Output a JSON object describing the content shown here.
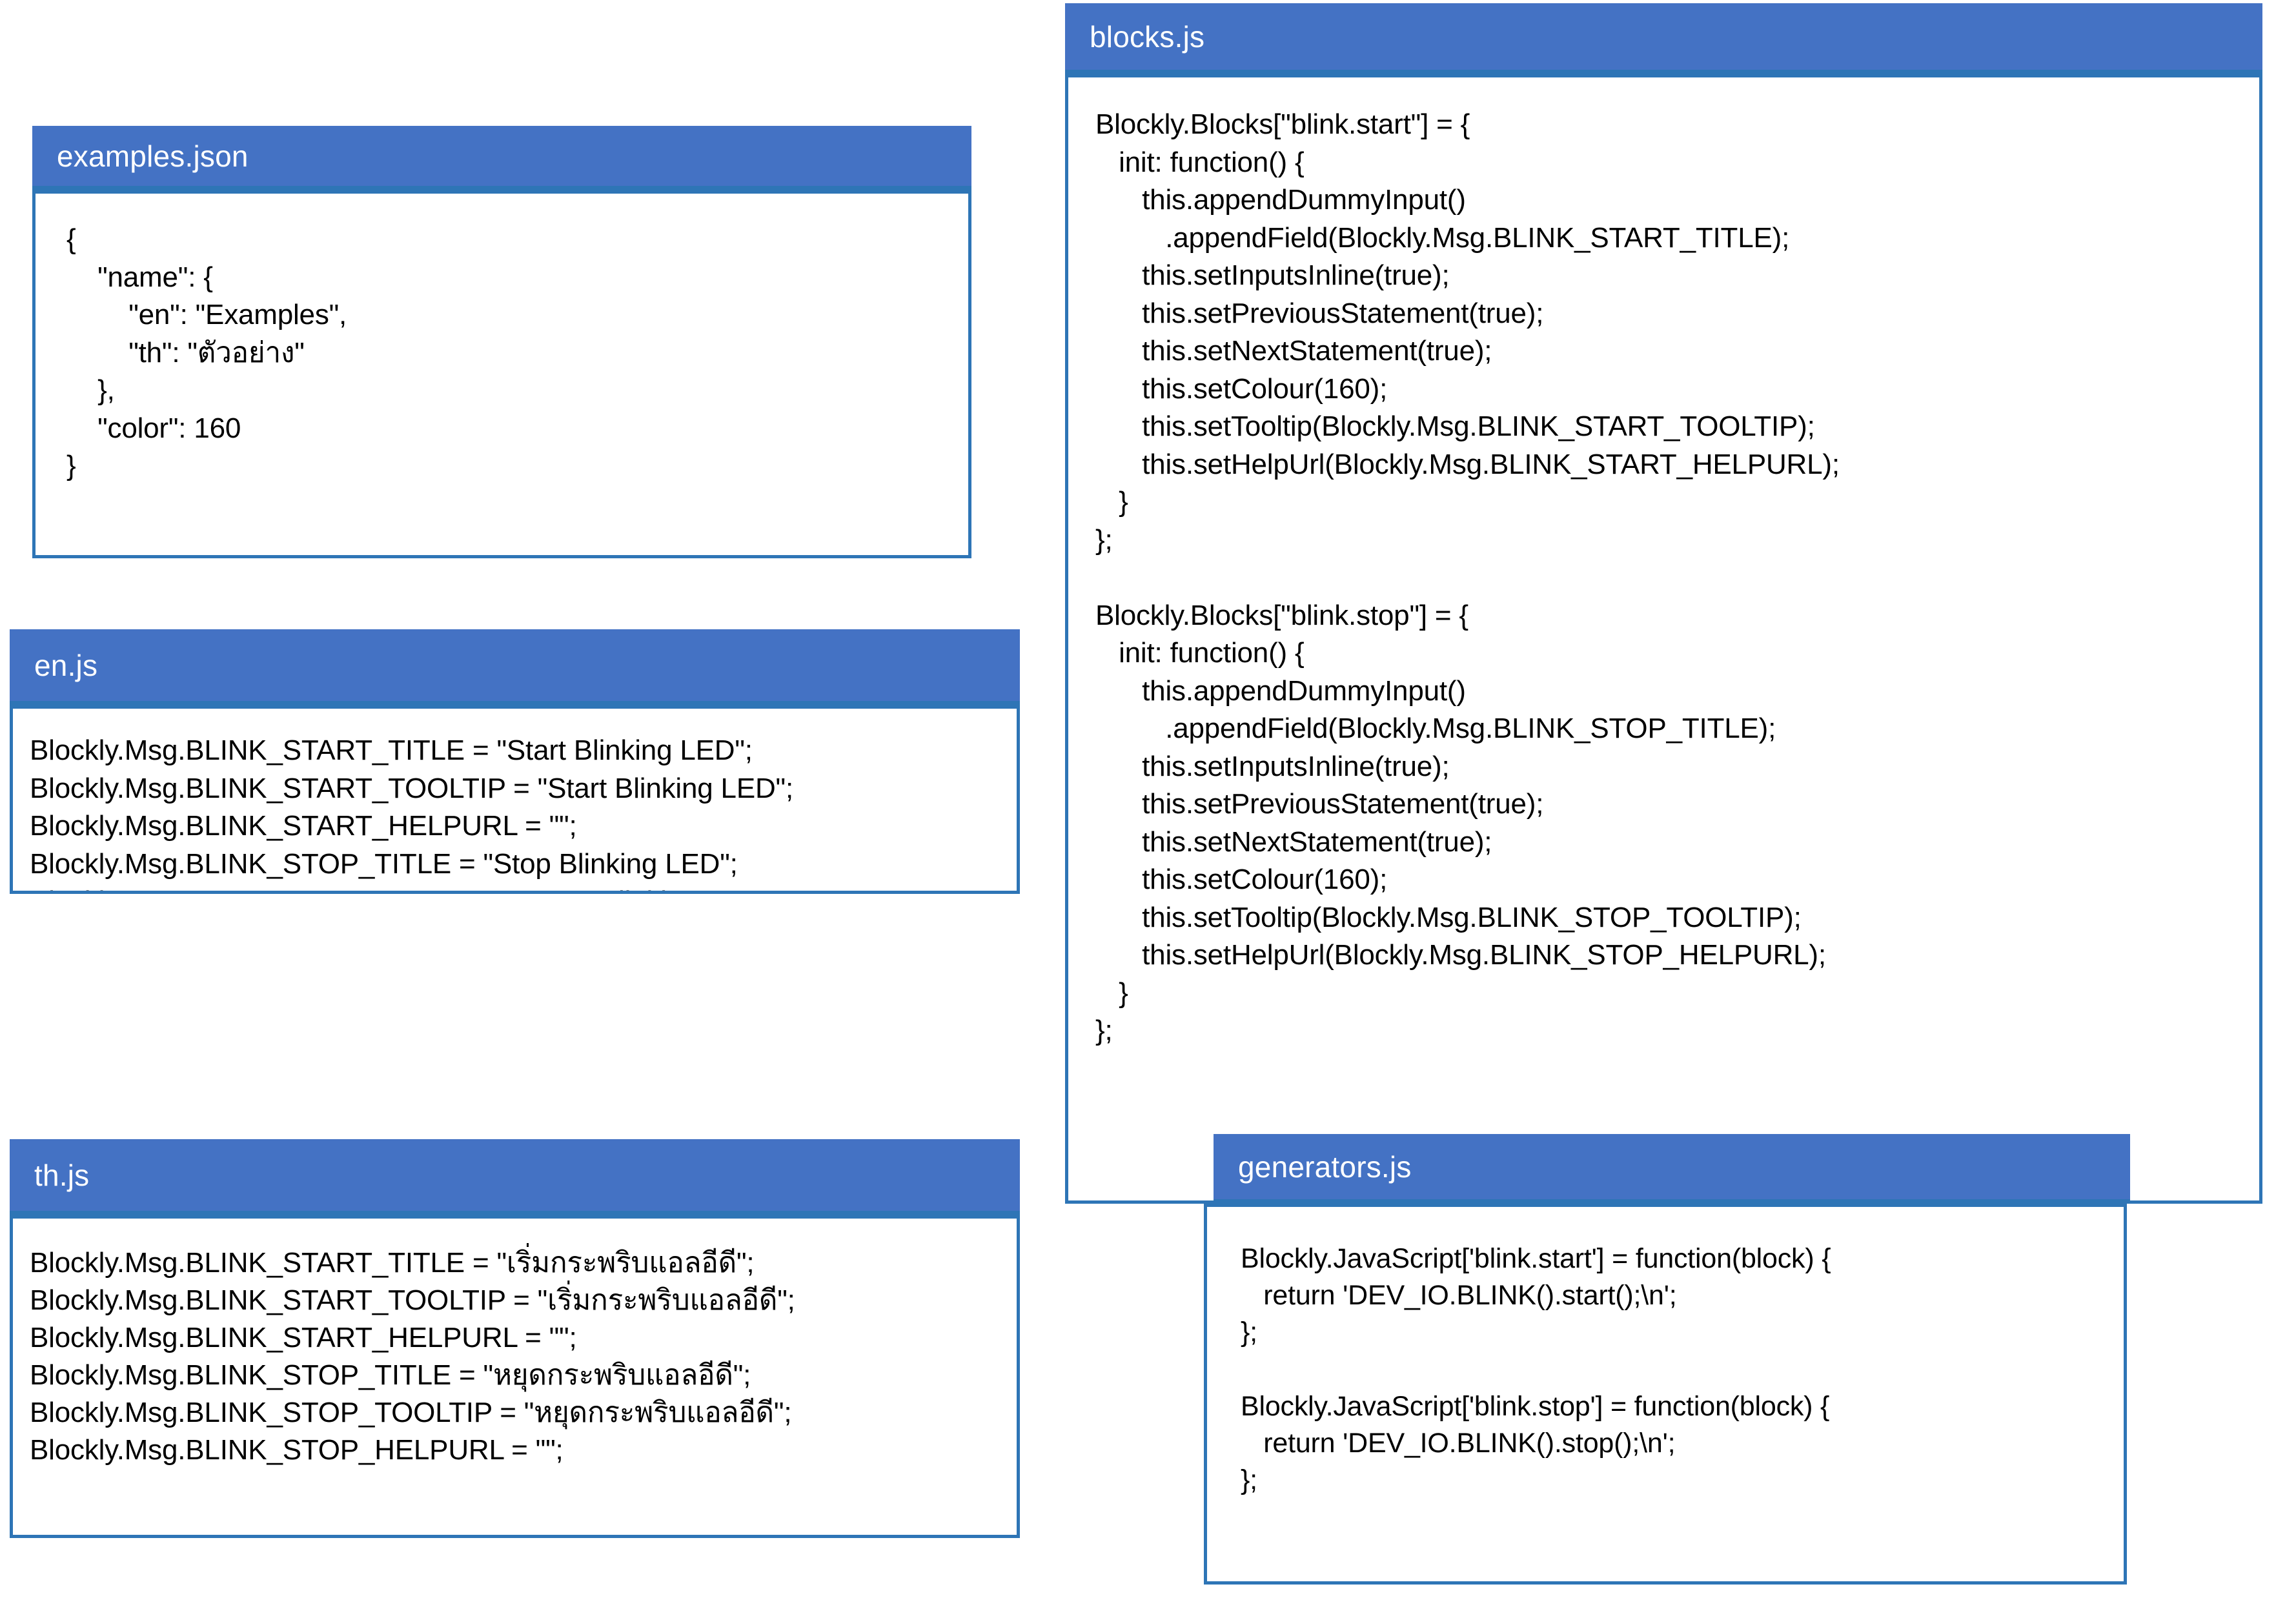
{
  "panels": {
    "examples_json": {
      "title": "examples.json",
      "code": "{\n    \"name\": {\n        \"en\": \"Examples\",\n        \"th\": \"ตัวอย่าง\"\n    },\n    \"color\": 160\n}"
    },
    "en_js": {
      "title": "en.js",
      "code": "Blockly.Msg.BLINK_START_TITLE = \"Start Blinking LED\";\nBlockly.Msg.BLINK_START_TOOLTIP = \"Start Blinking LED\";\nBlockly.Msg.BLINK_START_HELPURL = \"\";\nBlockly.Msg.BLINK_STOP_TITLE = \"Stop Blinking LED\";\nBlockly.Msg.BLINK_STOP_TOOLTIP = \"Stop Blinking LED\";\nBlockly.Msg.BLINK_STOP_HELPURL = \"\";"
    },
    "th_js": {
      "title": "th.js",
      "code": "Blockly.Msg.BLINK_START_TITLE = \"เริ่มกระพริบแอลอีดี\";\nBlockly.Msg.BLINK_START_TOOLTIP = \"เริ่มกระพริบแอลอีดี\";\nBlockly.Msg.BLINK_START_HELPURL = \"\";\nBlockly.Msg.BLINK_STOP_TITLE = \"หยุดกระพริบแอลอีดี\";\nBlockly.Msg.BLINK_STOP_TOOLTIP = \"หยุดกระพริบแอลอีดี\";\nBlockly.Msg.BLINK_STOP_HELPURL = \"\";"
    },
    "blocks_js": {
      "title": "blocks.js",
      "code": "Blockly.Blocks[\"blink.start\"] = {\n   init: function() {\n      this.appendDummyInput()\n         .appendField(Blockly.Msg.BLINK_START_TITLE);\n      this.setInputsInline(true);\n      this.setPreviousStatement(true);\n      this.setNextStatement(true);\n      this.setColour(160);\n      this.setTooltip(Blockly.Msg.BLINK_START_TOOLTIP);\n      this.setHelpUrl(Blockly.Msg.BLINK_START_HELPURL);\n   }\n};\n\nBlockly.Blocks[\"blink.stop\"] = {\n   init: function() {\n      this.appendDummyInput()\n         .appendField(Blockly.Msg.BLINK_STOP_TITLE);\n      this.setInputsInline(true);\n      this.setPreviousStatement(true);\n      this.setNextStatement(true);\n      this.setColour(160);\n      this.setTooltip(Blockly.Msg.BLINK_STOP_TOOLTIP);\n      this.setHelpUrl(Blockly.Msg.BLINK_STOP_HELPURL);\n   }\n};"
    },
    "generators_js": {
      "title": "generators.js",
      "code": "Blockly.JavaScript['blink.start'] = function(block) {\n   return 'DEV_IO.BLINK().start();\\n';\n};\n\nBlockly.JavaScript['blink.stop'] = function(block) {\n   return 'DEV_IO.BLINK().stop();\\n';\n};"
    }
  },
  "colors": {
    "header_blue": "#4472C4",
    "border_blue": "#2E75B6",
    "body_white": "#FFFFFF",
    "code_text": "#000000"
  }
}
